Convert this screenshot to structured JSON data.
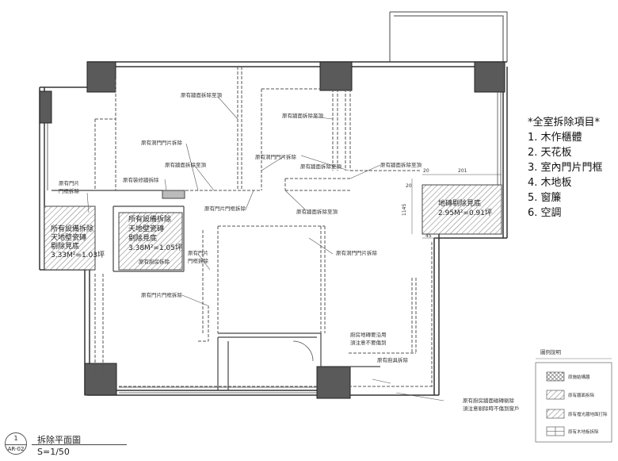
{
  "removal_list": {
    "heading": "*全室拆除項目*",
    "items": [
      "1. 木作櫃體",
      "2. 天花板",
      "3. 室內門片門框",
      "4. 木地板",
      "5. 窗簾",
      "6. 空調"
    ]
  },
  "rooms": {
    "bath_left": [
      "所有設備拆除",
      "天地壁瓷磚",
      "剔除見底",
      "3.33M²=1.03坪"
    ],
    "bath_center": [
      "所有設備拆除",
      "天地壁瓷磚",
      "剔除見底",
      "3.38M²=1.05坪"
    ],
    "floor_tile": [
      "地磚剔除見底",
      "2.95M²=0.91坪"
    ]
  },
  "annotations": {
    "wall_to_ceiling_1": "原有牆面拆除至頂",
    "wall_to_ceiling_2": "原有牆面拆除至頂",
    "door_remove_1": "原有洞門門片拆除",
    "door_remove_2": "原有洞門門片拆除",
    "wall_remove_3": "原有牆面拆除至頂",
    "wall_remove_4": "原有牆面拆除至頂",
    "wall_remove_5": "原有牆面拆除至頂",
    "cabinet_remove": "原有裝修牆拆除",
    "door_frame_1": "原有門片",
    "door_frame_1b": "門框拆除",
    "door_remove_3": "原有門片門框拆除",
    "door_remove_4": "原有門片",
    "door_remove_4b": "門框拆除",
    "door_remove_5": "原有洞門門片拆除",
    "door_frame_mid": "原有門片門框拆除",
    "bath_wall": "原有廚房拆除",
    "kitchen_floor_1": "廚房地磚要沿用",
    "kitchen_floor_2": "須注意不要傷到",
    "kitchen_fixture": "原有廚具拆除",
    "kitchen_tile_1": "原有廚房牆面磁磚剔除",
    "kitchen_tile_2": "須注意剔除時不傷到窗戶"
  },
  "dimensions": {
    "d201": "201",
    "d20a": "20",
    "d20b": "20",
    "d1145": "1145",
    "d45": "45"
  },
  "legend": {
    "title": "圖例說明",
    "items": [
      "原施結構牆",
      "原有牆面拆除",
      "原有擋光牆地面打除",
      "原有木地板拆除"
    ]
  },
  "title_block": {
    "sheet_number": "1",
    "sheet_ref": "AR-02",
    "title": "拆除平面圖",
    "scale": "S=1/50"
  }
}
